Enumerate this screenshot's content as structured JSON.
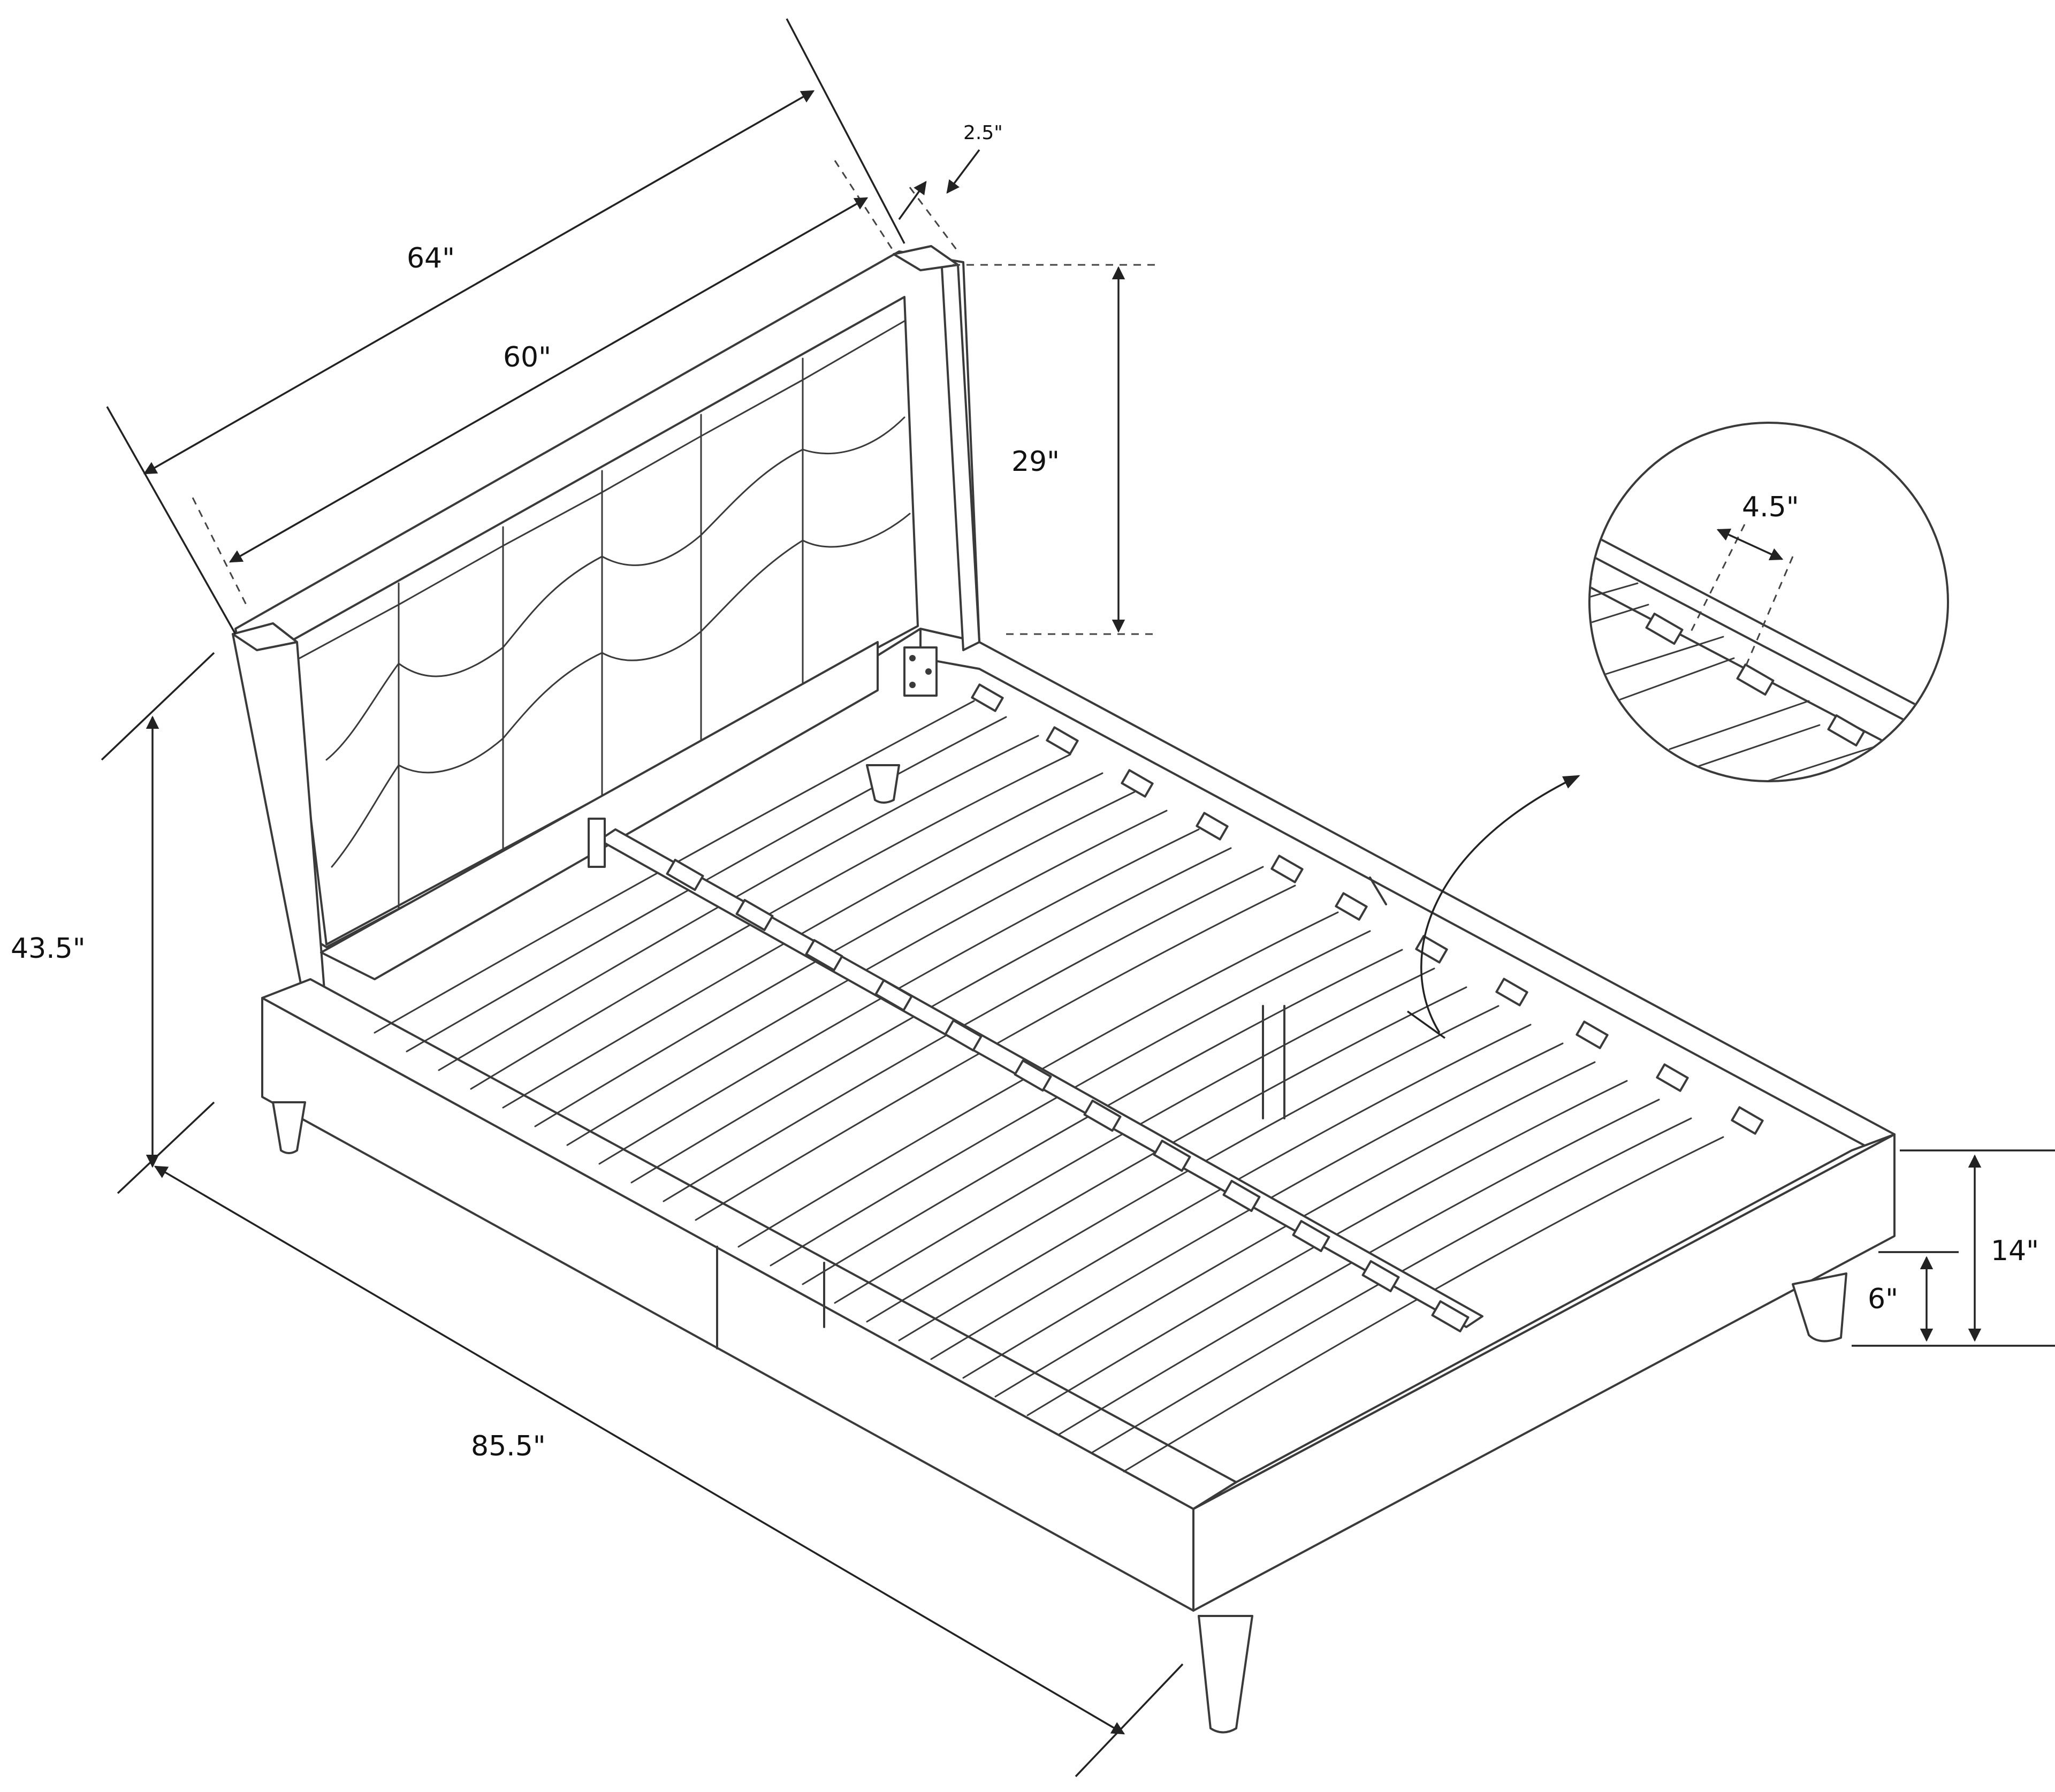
{
  "dimensions": {
    "overall_width": "64\"",
    "inner_width": "60\"",
    "post_width": "2.5\"",
    "headboard_height": "29\"",
    "overall_height": "43.5\"",
    "overall_length": "85.5\"",
    "slat_spacing": "4.5\"",
    "frame_height": "14\"",
    "clearance": "6\""
  }
}
